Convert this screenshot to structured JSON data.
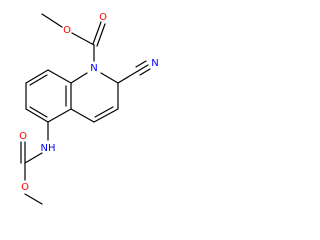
{
  "molecule": {
    "atoms": {
      "o_ester_top": "O",
      "o_ether_top": "O",
      "n_ring": "N",
      "n_nitrile": "N",
      "nh": "NH",
      "o_carbonyl_bottom": "O",
      "o_ether_bottom": "O"
    },
    "colors": {
      "bond": "#000000",
      "oxygen": "#ff0000",
      "nitrogen": "#0000ff"
    }
  }
}
